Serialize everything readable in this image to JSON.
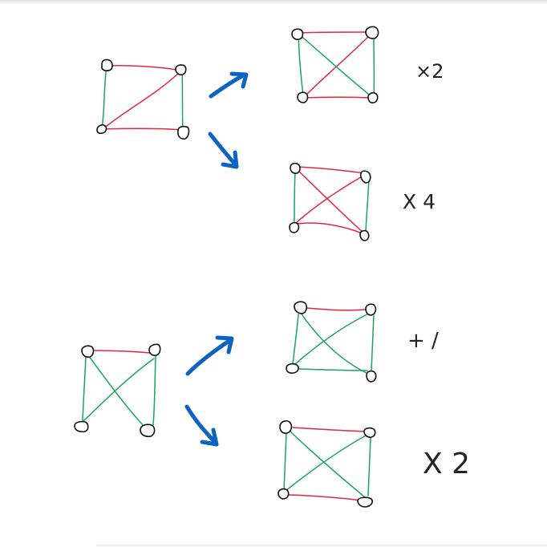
{
  "multipliers": {
    "top_upper": "×2",
    "top_lower": "X 4",
    "bottom_upper": "+ /",
    "bottom_lower": "X 2"
  },
  "colors": {
    "red_edge": "#e0283f",
    "green_edge": "#19a65a",
    "arrow": "#0b63c4",
    "vertex_outline": "#111111",
    "handwriting": "#222222"
  },
  "icons": {
    "arrow": "arrow-icon"
  }
}
